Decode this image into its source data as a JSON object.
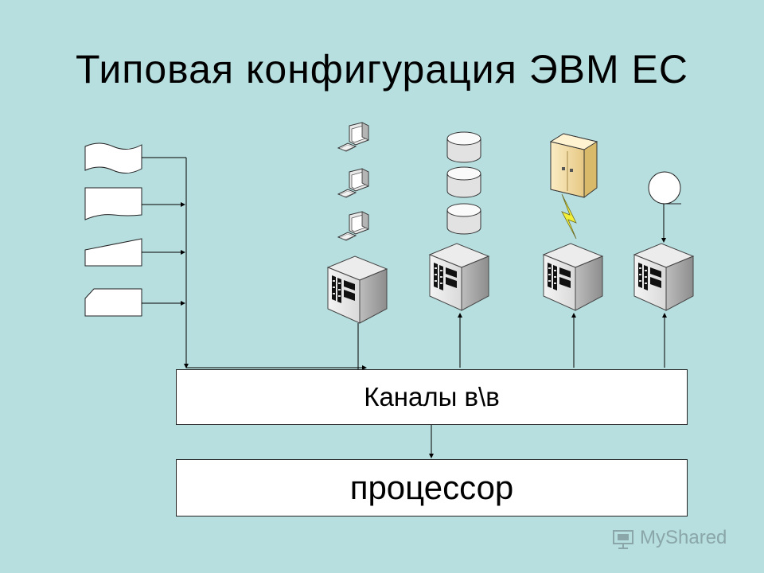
{
  "title": "Типовая конфигурация ЭВМ ЕС",
  "channels_label": "Каналы в\\в",
  "processor_label": "процессор",
  "watermark_text": "MyShared",
  "colors": {
    "background": "#b8dfe0",
    "box_fill": "#ffffff",
    "line": "#000000",
    "lightning": "#f2ef3a",
    "server_cabinet": "#f3dfaa"
  },
  "icons": {
    "punch_card": "punch-card-shape",
    "document": "document-shape",
    "manual_input": "manual-input-shape",
    "card": "card-shape",
    "workstation": "computer-terminal-icon",
    "disk": "disk-drive-icon",
    "controller": "io-controller-icon",
    "server_cabinet": "server-cabinet-icon",
    "lightning": "lightning-icon",
    "tape": "magnetic-tape-icon"
  }
}
